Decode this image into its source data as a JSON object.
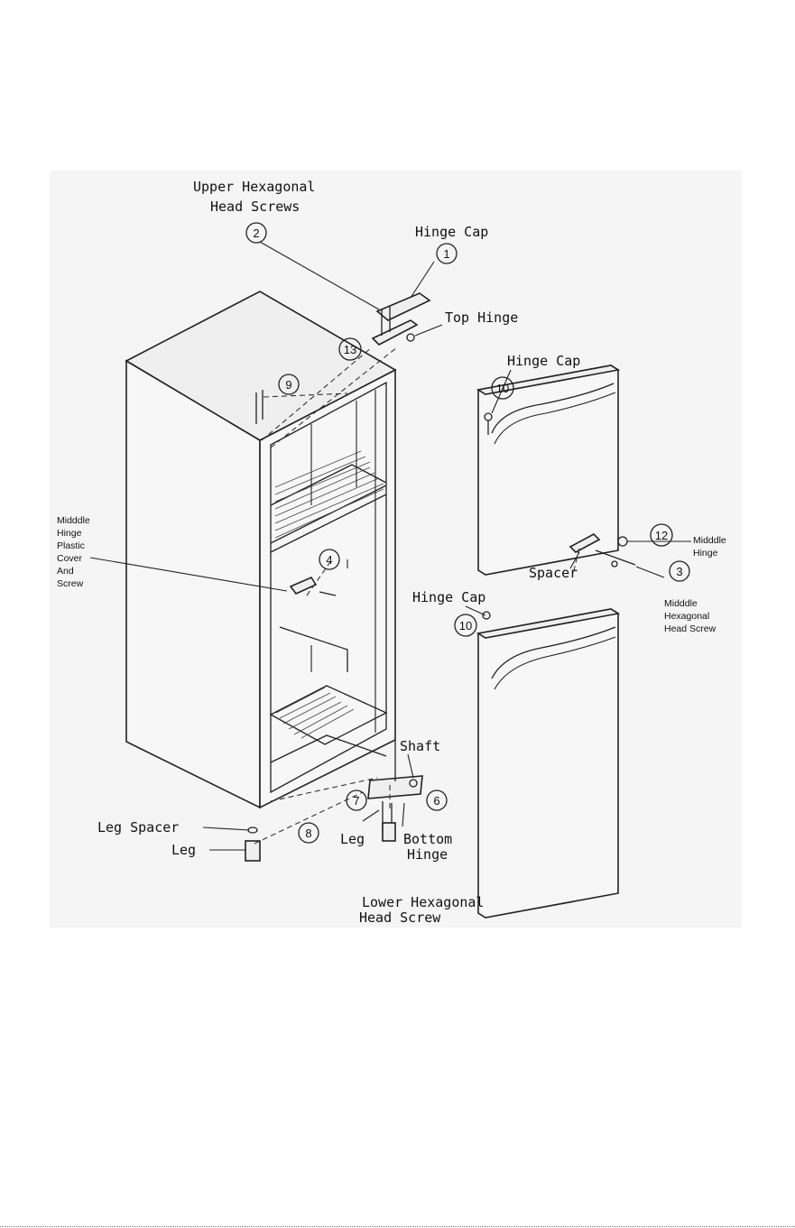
{
  "labels": {
    "upper_hex_1": "Upper Hexagonal",
    "upper_hex_2": "Head Screws",
    "hinge_cap_top": "Hinge Cap",
    "top_hinge": "Top Hinge",
    "hinge_cap_door": "Hinge Cap",
    "hinge_cap_mid": "Hinge Cap",
    "middle_cover_1": "Midddle",
    "middle_cover_2": "Hinge",
    "middle_cover_3": "Plastic",
    "middle_cover_4": "Cover",
    "middle_cover_5": "And",
    "middle_cover_6": "Screw",
    "middle_hinge_1": "Midddle",
    "middle_hinge_2": "Hinge",
    "spacer": "Spacer",
    "middle_hex_1": "Midddle",
    "middle_hex_2": "Hexagonal",
    "middle_hex_3": "Head Screw",
    "shaft": "Shaft",
    "leg_spacer": "Leg Spacer",
    "leg_left": "Leg",
    "leg_mid": "Leg",
    "bottom_hinge_1": "Bottom",
    "bottom_hinge_2": "Hinge",
    "lower_hex_1": "Lower Hexagonal",
    "lower_hex_2": "Head Screw"
  },
  "callouts": {
    "n1": "1",
    "n2": "2",
    "n3": "3",
    "n4": "4",
    "n6": "6",
    "n7": "7",
    "n8": "8",
    "n9": "9",
    "n10a": "10",
    "n10b": "10",
    "n12": "12",
    "n13": "13"
  }
}
